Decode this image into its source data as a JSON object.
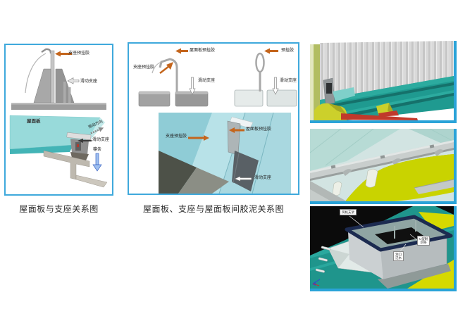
{
  "captions": {
    "left_figure": "屋面板与支座关系图",
    "middle_figure": "屋面板、支座与屋面板间胶泥关系图"
  },
  "left_figure": {
    "top": {
      "support_pre_glue": "支座预挂胶",
      "slide_support": "滑动支座"
    },
    "bottom": {
      "roof_panel": "屋面板",
      "slide_direction": "滑动方向",
      "slide_support": "滑动支座",
      "purlin": "檩条"
    }
  },
  "middle_figure": {
    "sub_left": {
      "roof_panel_pre_glue": "屋面板预挂胶",
      "support_pre_glue": "支座预挂胶",
      "slide_support": "滑动支座"
    },
    "sub_right": {
      "pre_glue": "预挂胶",
      "slide_support": "滑动支座"
    },
    "render": {
      "support_pre_glue": "支座预挂胶",
      "roof_panel_pre_glue": "屋面板预挂胶",
      "slide_support": "滑动支座"
    }
  },
  "right_photos": {
    "photo3": {
      "fan_support": "风机支架",
      "seal_line1": "U型耐",
      "seal_line2": "封条",
      "opening_line1": "洞口",
      "opening_line2": "泛水"
    }
  },
  "colors": {
    "figure_frame_blue": "#3fa9dc",
    "photo_border_blue": "#2aa3d8",
    "arrow_orange": "#c4651c",
    "teal_roof": "#1f9a90",
    "chartreuse": "#c9d300",
    "purlin_arrow_blue": "#3c66c4"
  }
}
